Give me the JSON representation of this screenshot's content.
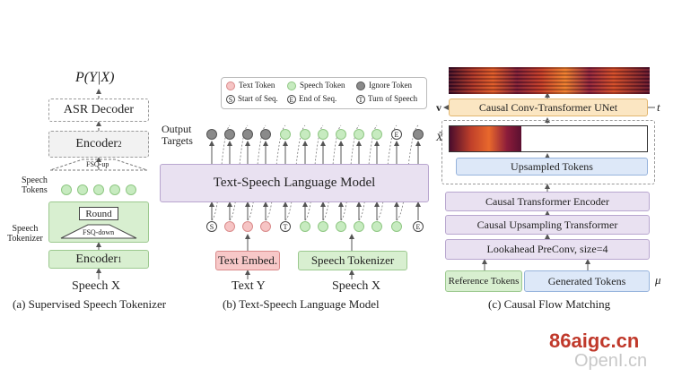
{
  "panel_a": {
    "p_y_x": "P(Y|X)",
    "asr_decoder": "ASR Decoder",
    "encoder2": "Encoder",
    "encoder2_sub": "2",
    "fsq_up": "FSQ-up",
    "speech_tokens": "Speech\nTokens",
    "round": "Round",
    "fsq_down": "FSQ-down",
    "speech_tokenizer": "Speech\nTokenizer",
    "encoder1": "Encoder",
    "encoder1_sub": "1",
    "input_label": "Speech X",
    "caption": "(a) Supervised Speech Tokenizer"
  },
  "panel_b": {
    "legend": {
      "text_token": "Text Token",
      "speech_token": "Speech Token",
      "ignore_token": "Ignore Token",
      "start_seq": "Start of Seq.",
      "end_seq": "End of Seq.",
      "turn_speech": "Turn of Speech",
      "start_glyph": "S",
      "end_glyph": "E",
      "turn_glyph": "T"
    },
    "output_targets": "Output\nTargets",
    "lm_label": "Text-Speech Language Model",
    "text_embed": "Text Embed.",
    "speech_tokenizer": "Speech Tokenizer",
    "text_input": "Text Y",
    "speech_input": "Speech X",
    "caption": "(b) Text-Speech Language Model"
  },
  "panel_c": {
    "unet": "Causal Conv-Transformer UNet",
    "v_label": "v",
    "t_label": "t",
    "x_tilde": "X̃",
    "upsampled_tokens": "Upsampled Tokens",
    "causal_encoder": "Causal Transformer Encoder",
    "causal_upsampling": "Causal Upsampling Transformer",
    "lookahead": "Lookahead PreConv, size=4",
    "reference_tokens": "Reference Tokens",
    "generated_tokens": "Generated Tokens",
    "mu_label": "μ",
    "caption": "(c) Causal Flow Matching"
  },
  "watermark": {
    "line1": "86aigc.cn",
    "line2": "OpenI.cn"
  },
  "colors": {
    "green": "#d8efd0",
    "purple": "#e9e1f1",
    "blue": "#dde8f8",
    "orange": "#fbe6c2",
    "pink": "#f7c8c8",
    "watermark_red": "#c0392b"
  }
}
